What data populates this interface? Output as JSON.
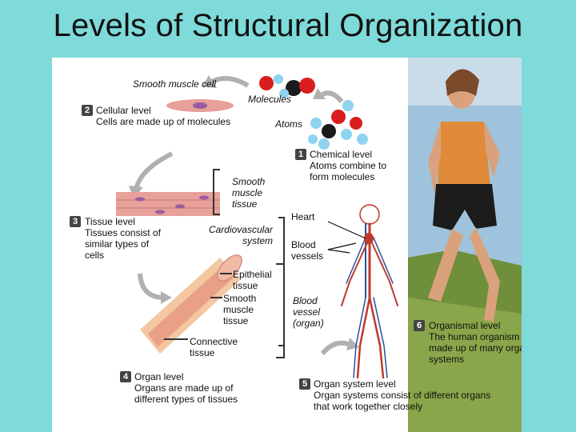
{
  "title": "Levels of Structural Organization",
  "labels": {
    "smooth_muscle_cell": "Smooth muscle cell",
    "molecules": "Molecules",
    "atoms": "Atoms",
    "smooth_muscle_tissue": [
      "Smooth",
      "muscle",
      "tissue"
    ],
    "cardiovascular_system": [
      "Cardiovascular",
      "system"
    ],
    "heart": "Heart",
    "blood_vessels": [
      "Blood",
      "vessels"
    ],
    "epithelial_tissue": [
      "Epithelial",
      "tissue"
    ],
    "smooth_muscle_tissue_2": [
      "Smooth",
      "muscle",
      "tissue"
    ],
    "connective_tissue": [
      "Connective",
      "tissue"
    ],
    "blood_vessel_organ": [
      "Blood",
      "vessel",
      "(organ)"
    ]
  },
  "levels": [
    {
      "number": "1",
      "lines": [
        "Chemical level",
        "Atoms combine to",
        "form molecules"
      ]
    },
    {
      "number": "2",
      "lines": [
        "Cellular level",
        "Cells are made up of molecules"
      ]
    },
    {
      "number": "3",
      "lines": [
        "Tissue level",
        "Tissues consist of",
        "similar types of",
        "cells"
      ]
    },
    {
      "number": "4",
      "lines": [
        "Organ level",
        "Organs are made up of",
        "different types of tissues"
      ]
    },
    {
      "number": "5",
      "lines": [
        "Organ system level",
        "Organ systems consist of different organs",
        "that work together  closely"
      ]
    },
    {
      "number": "6",
      "lines": [
        "Organismal level",
        "The human organism is",
        "made up of many organ",
        "systems"
      ]
    }
  ],
  "colors": {
    "background": "#7fdada",
    "panel": "#ffffff",
    "atom_red": "#d81e1e",
    "atom_black": "#1a1a1a",
    "atom_blue": "#8fd3f0",
    "muscle_pink": "#e7a09a"
  }
}
